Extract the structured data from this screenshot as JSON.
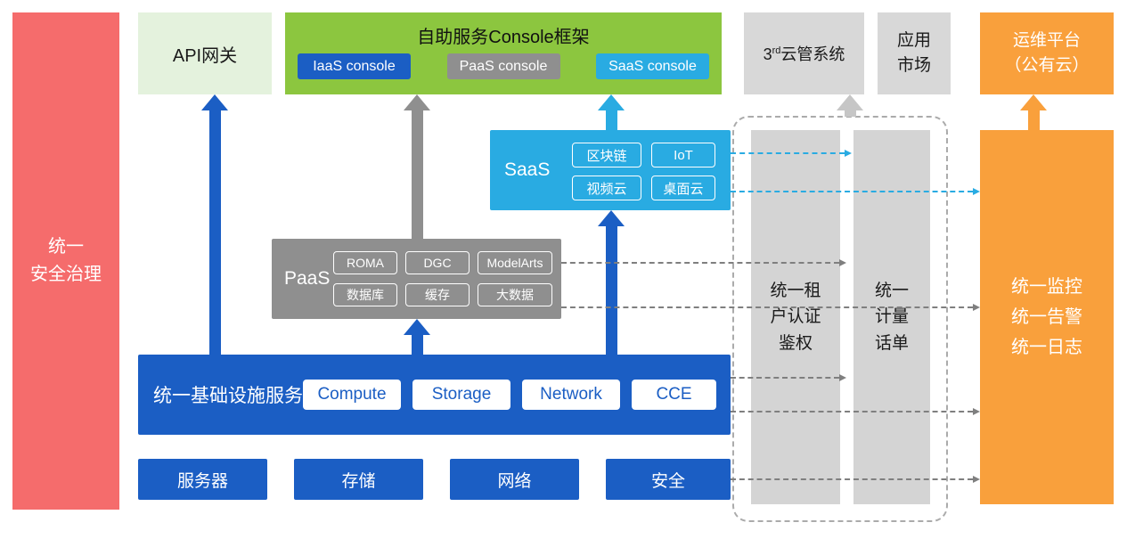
{
  "palette": {
    "red": "#F56C6C",
    "light_green": "#E4F2DD",
    "green": "#8CC63F",
    "blue": "#1B5EC4",
    "cyan": "#29ABE2",
    "orange": "#F9A03C",
    "gray": "#8F8F8F",
    "light_gray": "#D4D4D4",
    "box_gray": "#D8D8D8",
    "line_gray": "#7F7F7F",
    "arrow_light_gray": "#C6C6C6",
    "dash_border": "#ABABAB"
  },
  "left_bar": {
    "label": "统一\n安全治理"
  },
  "top": {
    "api_gateway": "API网关",
    "console": {
      "title": "自助服务Console框架",
      "items": [
        {
          "label": "IaaS console"
        },
        {
          "label": "PaaS console"
        },
        {
          "label": "SaaS console"
        }
      ]
    },
    "third_party": {
      "prefix": "3",
      "sup": "rd",
      "suffix": "云管系统"
    },
    "app_market": "应用\n市场",
    "om_platform": "运维平台\n（公有云）"
  },
  "saas": {
    "label": "SaaS",
    "items": [
      "区块链",
      "IoT",
      "视频云",
      "桌面云"
    ]
  },
  "paas": {
    "label": "PaaS",
    "items": [
      "ROMA",
      "DGC",
      "ModelArts",
      "数据库",
      "缓存",
      "大数据"
    ]
  },
  "iaas": {
    "label": "统一基础设施服务",
    "items": [
      "Compute",
      "Storage",
      "Network",
      "CCE"
    ]
  },
  "bottom_row": [
    "服务器",
    "存储",
    "网络",
    "安全"
  ],
  "right_bars": {
    "auth": "统一租\n户认证\n鉴权",
    "metering": "统一\n计量\n话单"
  },
  "right_orange": "统一监控\n统一告警\n统一日志"
}
